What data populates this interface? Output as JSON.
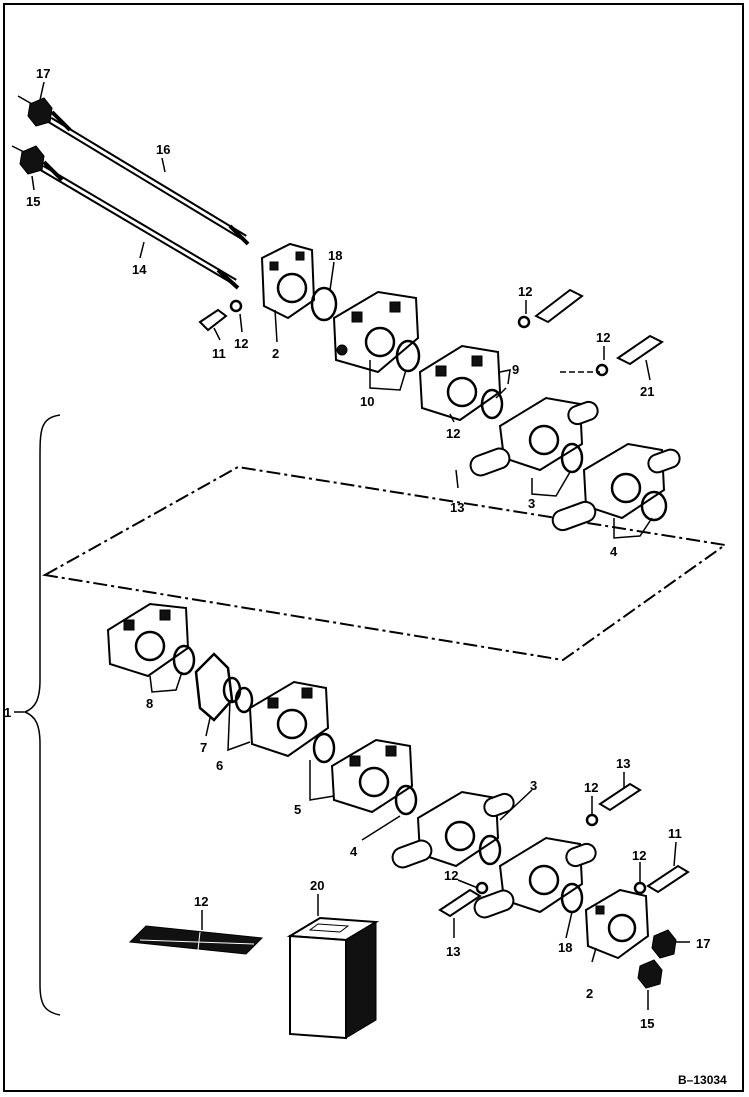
{
  "diagram": {
    "reference": "B–13034",
    "labels": {
      "l17_top": "17",
      "l16": "16",
      "l15_top": "15",
      "l14": "14",
      "l18_top": "18",
      "l11_top": "11",
      "l12_a": "12",
      "l2_top": "2",
      "l10": "10",
      "l12_b": "12",
      "l9": "9",
      "l12_c": "12",
      "l21": "21",
      "l12_d": "12",
      "l13_top": "13",
      "l3_top": "3",
      "l4_top": "4",
      "l1": "1",
      "l8": "8",
      "l7": "7",
      "l6": "6",
      "l5": "5",
      "l4_bot": "4",
      "l3_bot": "3",
      "l13_mid": "13",
      "l12_e": "12",
      "l11_bot": "11",
      "l12_f": "12",
      "l12_g": "12",
      "l13_bot": "13",
      "l18_bot": "18",
      "l17_bot": "17",
      "l2_bot": "2",
      "l15_bot": "15",
      "l12_pkg": "12",
      "l20": "20"
    }
  }
}
